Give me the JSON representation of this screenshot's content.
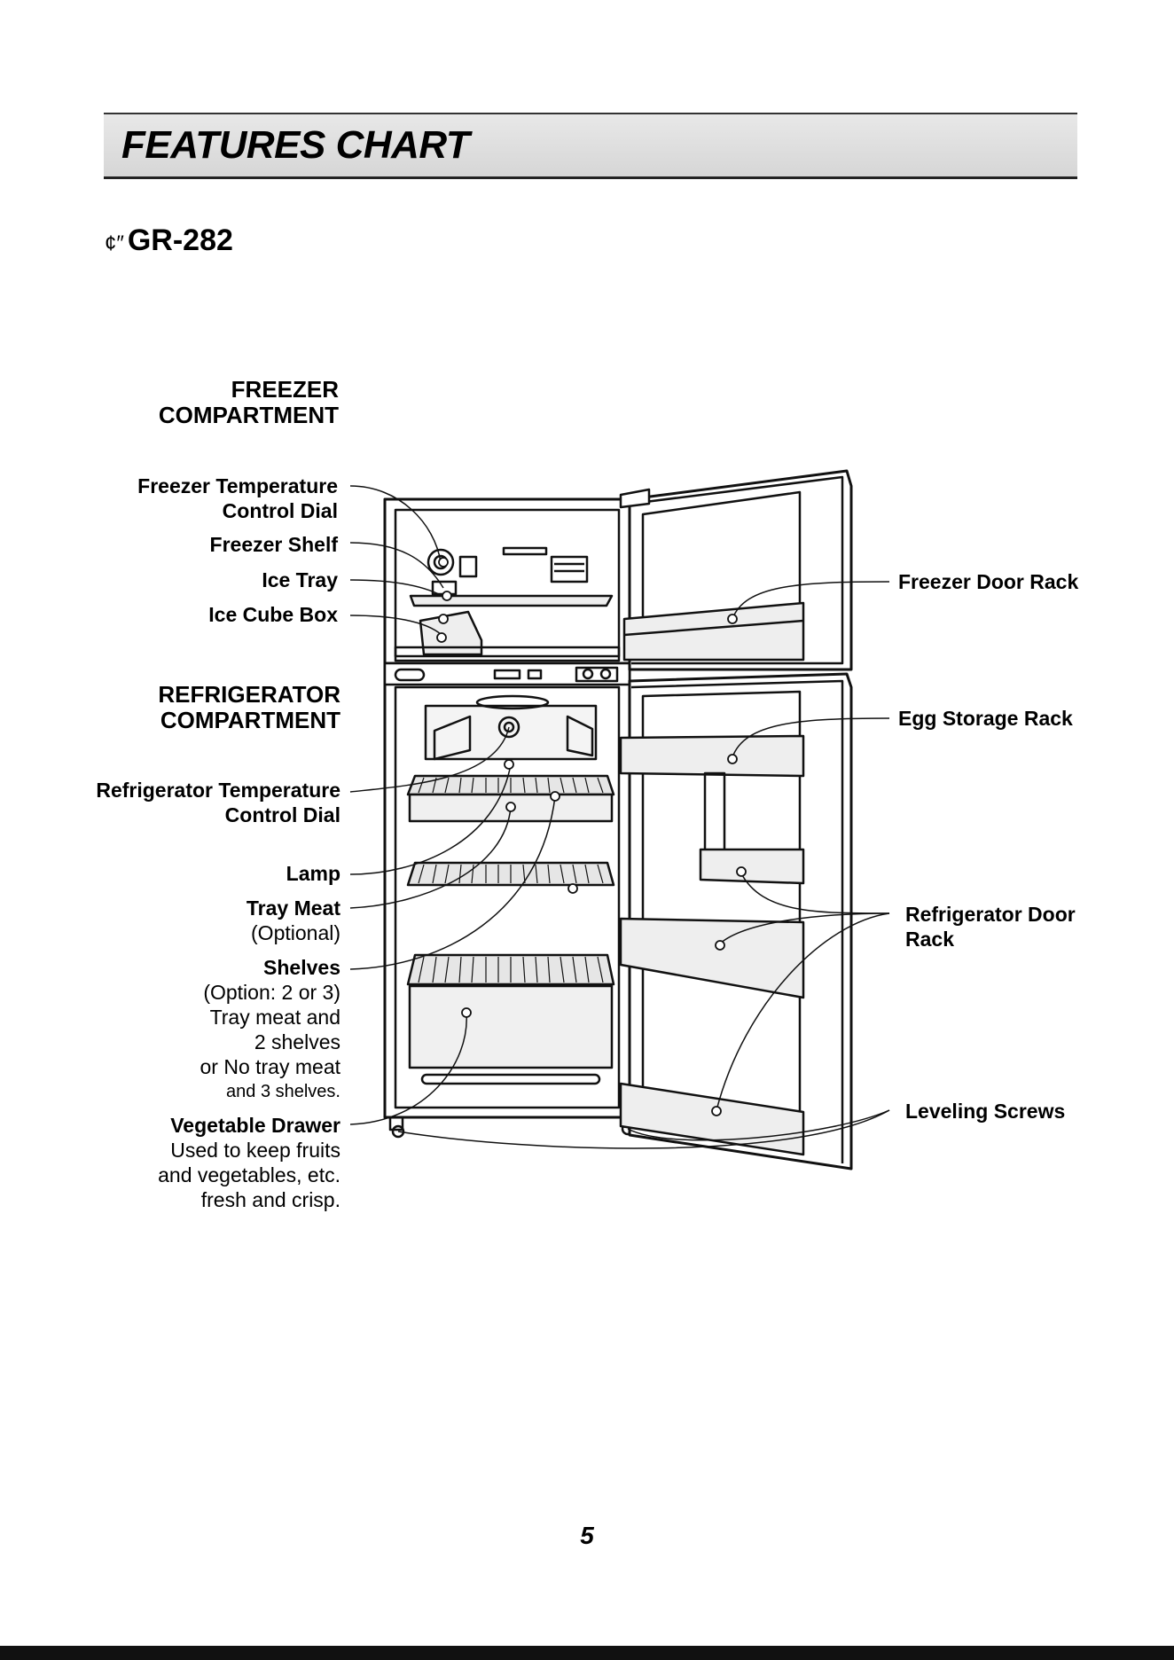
{
  "header": {
    "title": "FEATURES CHART"
  },
  "model": {
    "mark": "¢″",
    "name": "GR-282"
  },
  "sections": {
    "freezer": [
      "FREEZER",
      "COMPARTMENT"
    ],
    "refrigerator": [
      "REFRIGERATOR",
      "COMPARTMENT"
    ]
  },
  "left_labels": {
    "freezer_temp_dial": [
      "Freezer Temperature",
      "Control Dial"
    ],
    "freezer_shelf": "Freezer Shelf",
    "ice_tray": "Ice Tray",
    "ice_cube_box": "Ice Cube Box",
    "refrigerator_temp_dial": [
      "Refrigerator Temperature",
      "Control Dial"
    ],
    "lamp": "Lamp",
    "tray_meat": "Tray Meat",
    "tray_meat_note": "(Optional)",
    "shelves": "Shelves",
    "shelves_note": [
      "(Option: 2 or 3)",
      "Tray meat and",
      "2 shelves",
      "or No tray meat",
      "and 3 shelves."
    ],
    "vegetable_drawer": "Vegetable Drawer",
    "vegetable_drawer_note": [
      "Used to keep fruits",
      "and vegetables, etc.",
      "fresh and crisp."
    ]
  },
  "right_labels": {
    "freezer_door_rack": "Freezer Door Rack",
    "egg_storage_rack": "Egg Storage Rack",
    "refrigerator_door_rack": [
      "Refrigerator Door",
      "Rack"
    ],
    "leveling_screws": "Leveling Screws"
  },
  "page_number": "5"
}
